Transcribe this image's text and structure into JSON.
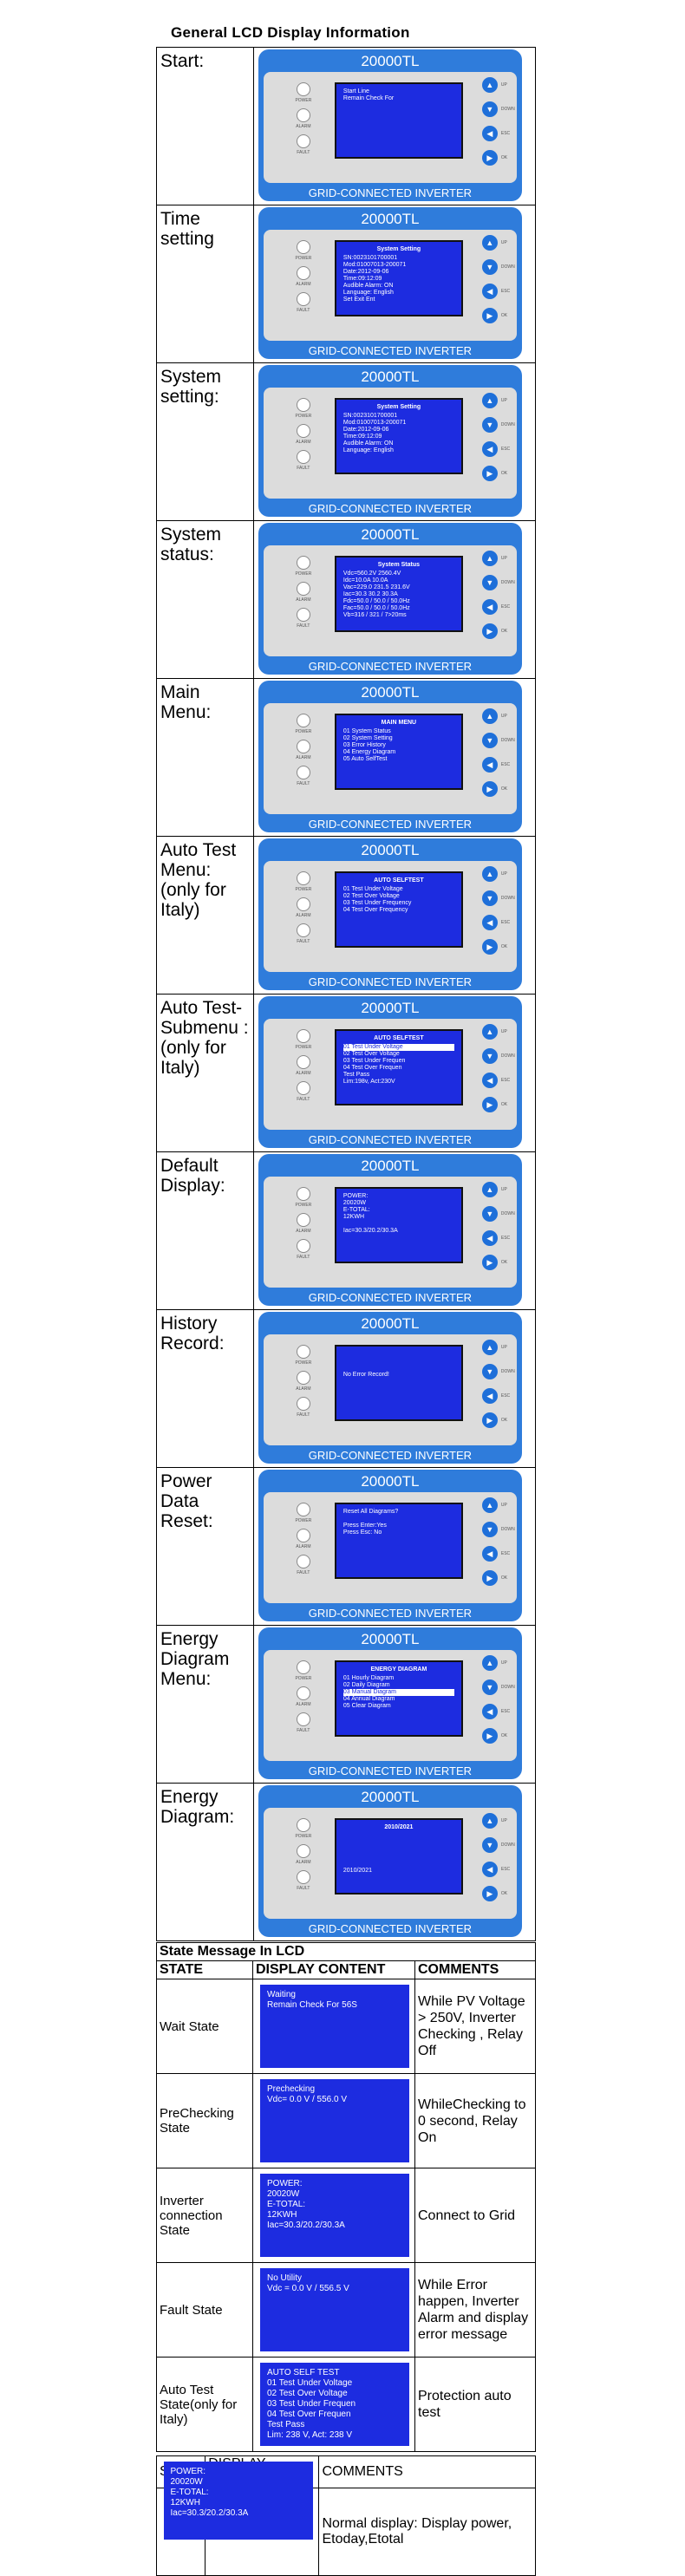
{
  "document_title": "General LCD Display Information",
  "inverter": {
    "model": "20000TL",
    "footer": "GRID-CONNECTED INVERTER",
    "leds": [
      "POWER",
      "ALARM",
      "FAULT"
    ],
    "buttons": [
      "UP",
      "DOWN",
      "ESC",
      "OK"
    ]
  },
  "rows": [
    {
      "label": "Start:",
      "screen": {
        "title": "",
        "lines": [
          "Start Line",
          "Remain Check For"
        ]
      }
    },
    {
      "label": "Time setting",
      "screen": {
        "title": "System Setting",
        "lines": [
          "SN:0023101700001",
          "Mod:01007013-200071",
          "Date:2012-09-06",
          "Time:09:12:09",
          "Audible Alarm:    ON",
          "Language:   English",
          "   Set Exit Ent"
        ]
      }
    },
    {
      "label": "System setting:",
      "screen": {
        "title": "System Setting",
        "lines": [
          "SN:0023101700001",
          "Mod:01007013-200071",
          "Date:2012-09-06",
          "Time:09:12:09",
          "Audible Alarm:    ON",
          "Language:    English"
        ]
      }
    },
    {
      "label": "System status:",
      "screen": {
        "title": "System Status",
        "lines": [
          "Vdc=560.2V 2560.4V",
          "Idc=10.0A  10.0A",
          "Vac=229.0 231.5 231.6V",
          "Iac=30.3 30.2 30.3A",
          "Fdc=50.0 / 50.0 / 50.0Hz",
          "Fac=50.0 / 50.0 / 50.0Hz",
          "Vb=316 / 321 / 7>20ms"
        ]
      }
    },
    {
      "label": "Main Menu:",
      "screen": {
        "title": "MAIN MENU",
        "lines": [
          "01  System Status",
          "02  System Setting",
          "03  Error History",
          "04  Energy Diagram",
          "05  Auto SelfTest"
        ]
      }
    },
    {
      "label": "Auto Test Menu: (only for Italy)",
      "screen": {
        "title": "AUTO SELFTEST",
        "lines": [
          "01  Test Under Voltage",
          "02  Test Over Voltage",
          "03  Test Under Frequency",
          "04  Test Over Frequency"
        ]
      }
    },
    {
      "label": "Auto Test-Submenu :(only for Italy)",
      "screen": {
        "title": "AUTO SELFTEST",
        "lines": [
          "01  Test Under Voltage",
          "02  Test Over Voltage",
          "03  Test Under Frequen",
          "04  Test Over Frequen",
          "    Test Pass",
          "Lim:198v,  Act:230V"
        ]
      }
    },
    {
      "label": "Default Display:",
      "screen": {
        "title": "",
        "lines": [
          "POWER:",
          "            20020W",
          "E-TOTAL:",
          "            12KWH",
          "",
          "Iac=30.3/20.2/30.3A"
        ]
      }
    },
    {
      "label": "History Record:",
      "screen": {
        "title": "",
        "lines": [
          "",
          "",
          "",
          "No Error Record!"
        ]
      }
    },
    {
      "label": "Power Data Reset:",
      "screen": {
        "title": "",
        "lines": [
          "Reset All Diagrams?",
          "",
          "Press Enter:Yes",
          "Press Esc:   No"
        ]
      }
    },
    {
      "label": "Energy Diagram Menu:",
      "screen": {
        "title": "ENERGY DIAGRAM",
        "lines": [
          "01 Hourly Diagram",
          "02 Daily Diagram",
          "03 Manual Diagram",
          "04 Annual Diagram",
          "05 Clear   Diagram"
        ]
      }
    },
    {
      "label": "Energy Diagram:",
      "screen": {
        "title": "2010/2021",
        "lines": [
          "",
          "",
          "",
          "",
          "",
          "2010/2021"
        ]
      }
    }
  ],
  "state_table": {
    "section_title": "State Message In LCD",
    "headers": [
      "STATE",
      "DISPLAY CONTENT",
      "COMMENTS"
    ],
    "rows": [
      {
        "state": "Wait State",
        "display": [
          "Waiting",
          "Remain Check For  56S"
        ],
        "comment": "While PV Voltage > 250V, Inverter Checking , Relay Off"
      },
      {
        "state": "PreChecking State",
        "display": [
          "Prechecking",
          "Vdc=  0.0 V / 556.0 V"
        ],
        "comment": "WhileChecking to 0 second, Relay On"
      },
      {
        "state": "Inverter connection State",
        "display": [
          "POWER:",
          "         20020W",
          "E-TOTAL:",
          "         12KWH",
          "Iac=30.3/20.2/30.3A"
        ],
        "comment": "Connect to Grid"
      },
      {
        "state": "Fault State",
        "display": [
          "No Utility",
          "Vdc =  0.0 V / 556.5 V"
        ],
        "comment": "While Error happen, Inverter Alarm and display error message"
      },
      {
        "state": "Auto Test State(only for Italy)",
        "display": [
          "AUTO SELF TEST",
          "01  Test Under Voltage",
          "02  Test Over Voltage",
          "03  Test Under Frequen",
          "04  Test Over Frequen",
          "   Test Pass",
          "Lim: 238 V,  Act: 238 V"
        ],
        "comment": "Protection auto test"
      }
    ]
  },
  "bottom_table": {
    "headers": [
      "STATE",
      "DISPLAY CONTENT",
      "COMMENTS"
    ],
    "display": [
      "POWER:",
      "         20020W",
      "E-TOTAL:",
      "         12KWH",
      "Iac=30.3/20.2/30.3A"
    ],
    "comment": "Normal display: Display power, Etoday,Etotal"
  }
}
